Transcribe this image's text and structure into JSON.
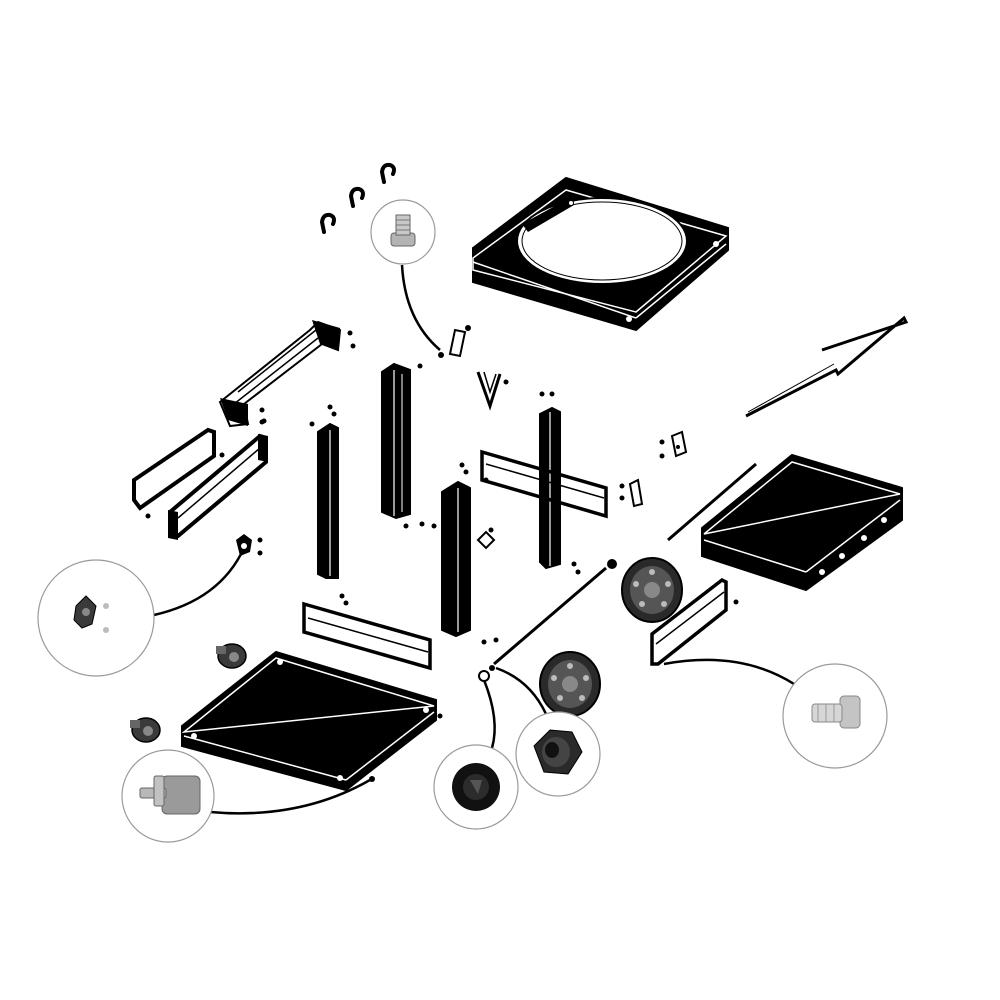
{
  "colors": {
    "background": "#ffffff",
    "panel": "#000000",
    "outline": "#ffffff",
    "hardware": "#b4b4b4",
    "callout_ring": "#9a9a9a",
    "wheel": "#2a2a2a"
  },
  "parts": [
    "firebox-ring-frame",
    "top-hooks",
    "handle-bar",
    "left-wire-rack",
    "left-rear-bracket",
    "center-uprights",
    "front-right-crossbar",
    "axle-rod",
    "wheels",
    "side-shelf-tray",
    "shelf-support-wire",
    "right-wire-rack",
    "bottom-shelf",
    "lower-crossbar",
    "caster-locks"
  ],
  "callouts": [
    {
      "id": "bolt-detail",
      "icon": "bolt-icon"
    },
    {
      "id": "knob-detail",
      "icon": "knob-icon"
    },
    {
      "id": "caster-detail",
      "icon": "caster-icon"
    },
    {
      "id": "hubcap-detail",
      "icon": "hubcap-icon"
    },
    {
      "id": "nut-detail",
      "icon": "nut-icon"
    },
    {
      "id": "screw-detail",
      "icon": "screw-icon"
    }
  ]
}
